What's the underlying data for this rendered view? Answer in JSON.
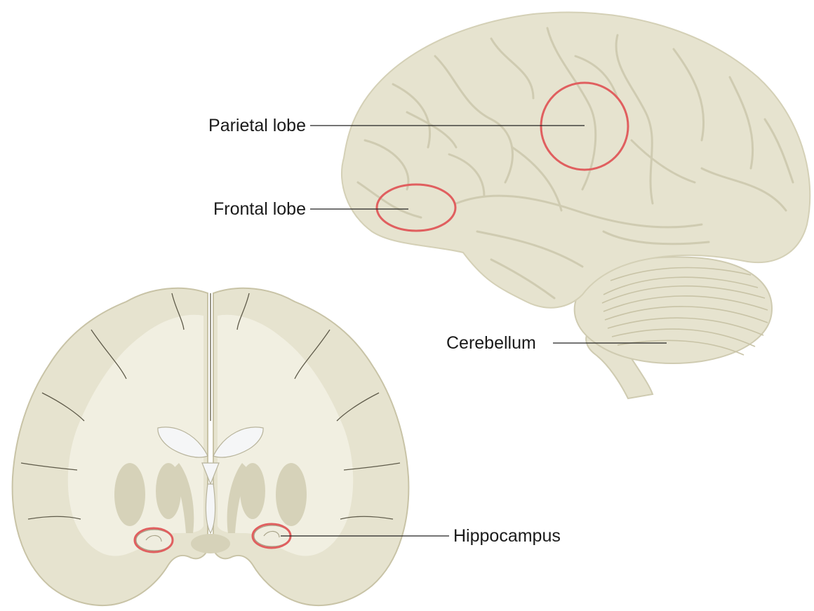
{
  "labels": {
    "parietal": "Parietal lobe",
    "frontal": "Frontal lobe",
    "cerebellum": "Cerebellum",
    "hippocampus": "Hippocampus"
  },
  "colors": {
    "brain_fill": "#e6e3cf",
    "brain_light": "#f1efe1",
    "sulcus": "#cfcbb1",
    "deep": "#d6d2b9",
    "ventricle": "#f5f6f7",
    "highlight": "#e05f5f",
    "leader": "#222222",
    "background": "#ffffff"
  }
}
